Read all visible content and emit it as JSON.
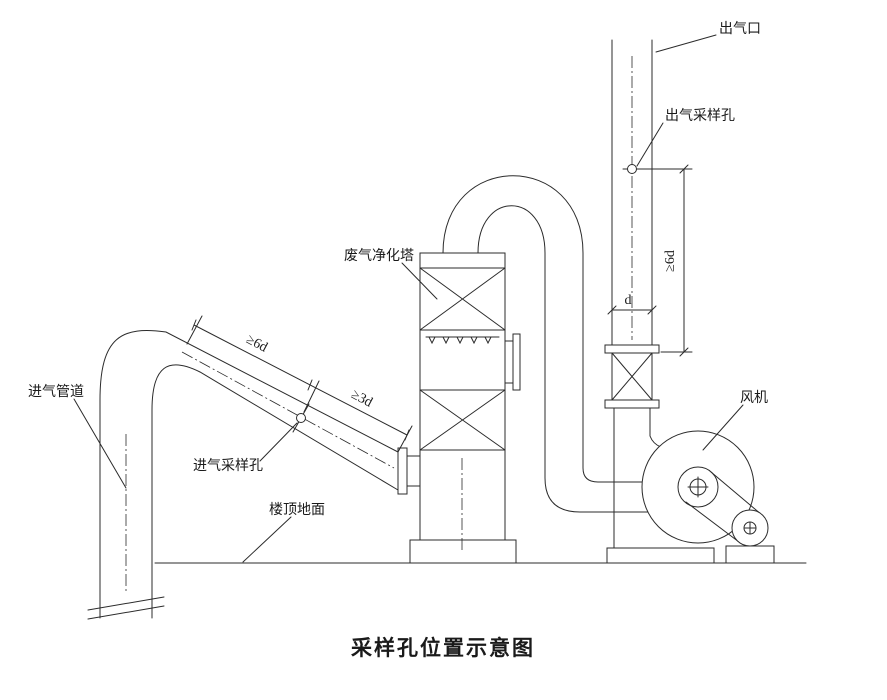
{
  "diagram": {
    "title": "采样孔位置示意图",
    "labels": {
      "inlet_pipe": "进气管道",
      "inlet_sampling_hole": "进气采样孔",
      "purification_tower": "废气净化塔",
      "roof_ground": "楼顶地面",
      "gas_outlet": "出气口",
      "outlet_sampling_hole": "出气采样孔",
      "fan": "风机"
    },
    "dimensions": {
      "inlet_from_bend": "≥6d",
      "inlet_to_tower": "≥3d",
      "outlet_above_fan": "≥6d",
      "stack_diameter": "d"
    },
    "colors": {
      "line": "#2b2b2b",
      "background": "#ffffff"
    }
  }
}
